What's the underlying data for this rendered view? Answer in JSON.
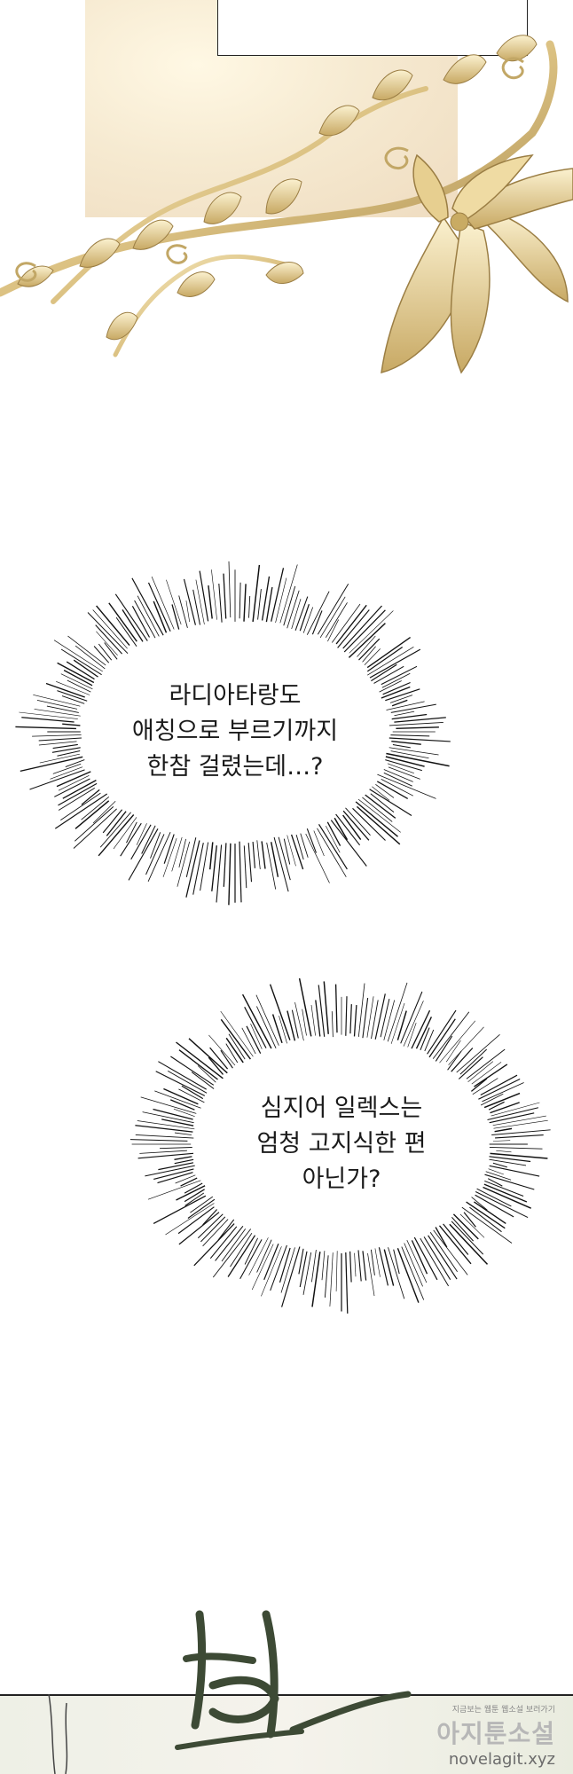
{
  "bubbles": [
    {
      "lines": [
        "라디아타랑도",
        "애칭으로 부르기까지",
        "한참 걸렸는데…?"
      ]
    },
    {
      "lines": [
        "심지어 일렉스는",
        "엄청 고지식한 편",
        "아닌가?"
      ]
    }
  ],
  "sfx": "휙",
  "watermark": {
    "tagline": "지금보는 웹툰 웹소설 보러가기",
    "brand": "아지툰소설",
    "url": "novelagit.xyz"
  },
  "colors": {
    "gold_light": "#f3e3b0",
    "gold_mid": "#d9bf7d",
    "gold_dark": "#a4864a",
    "sfx": "#3d4a35"
  }
}
